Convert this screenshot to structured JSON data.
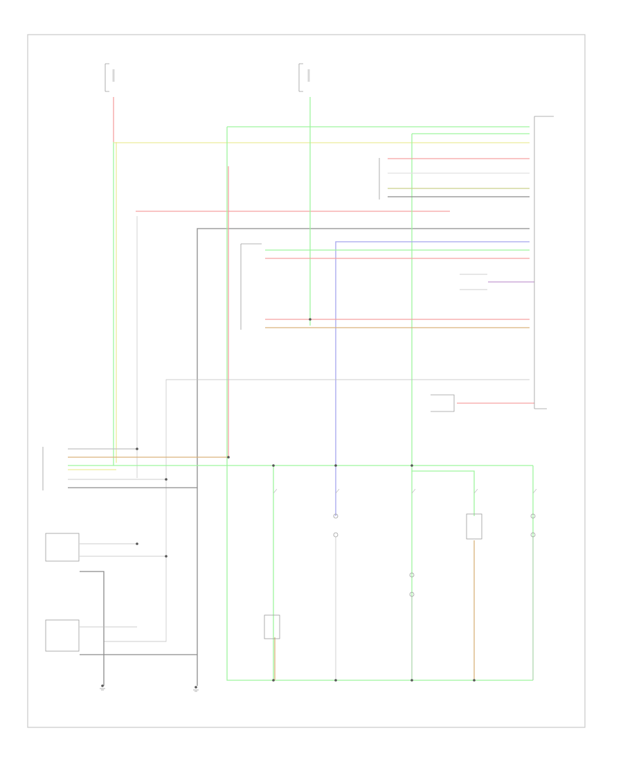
{
  "diagram": {
    "code": "",
    "power_sources": [
      {
        "id": "ps1",
        "title": "",
        "lines": [
          "",
          "",
          ""
        ]
      },
      {
        "id": "ps2",
        "title": "",
        "lines": [
          "",
          "",
          ""
        ]
      }
    ],
    "components": [
      {
        "id": "c1",
        "lines": [
          "",
          "",
          ""
        ]
      },
      {
        "id": "c2",
        "lines": [
          "",
          "",
          "",
          "",
          ""
        ]
      },
      {
        "id": "c3",
        "lines": [
          "",
          ""
        ]
      },
      {
        "id": "c4",
        "lines": [
          "",
          "",
          "",
          "",
          ""
        ]
      },
      {
        "id": "c5",
        "lines": [
          "",
          "",
          "",
          ""
        ]
      },
      {
        "id": "c6",
        "lines": [
          "",
          "",
          "",
          ""
        ]
      },
      {
        "id": "c7",
        "lines": [
          "",
          ""
        ]
      },
      {
        "id": "c8",
        "lines": [
          "",
          ""
        ]
      },
      {
        "id": "c9",
        "lines": [
          "",
          "",
          "",
          ""
        ]
      },
      {
        "id": "c10",
        "lines": [
          "",
          "",
          "",
          ""
        ]
      },
      {
        "id": "c11",
        "lines": [
          "",
          "",
          "",
          ""
        ]
      },
      {
        "id": "c12",
        "lines": [
          "",
          "",
          "",
          ""
        ]
      },
      {
        "id": "c13",
        "lines": [
          "",
          "",
          "",
          ""
        ]
      },
      {
        "id": "c14",
        "lines": [
          "",
          ""
        ]
      },
      {
        "id": "c15",
        "lines": [
          "",
          ""
        ]
      }
    ],
    "wire_colors": {
      "green": "#9df59d",
      "yellow": "#ecec9a",
      "red": "#f5a0a0",
      "black": "#8a8a8a",
      "gray": "#d8d8d8",
      "blue": "#a5a5ee",
      "orange_tan": "#d9b27a",
      "violet": "#c49ad0",
      "frame": "#c8c8c8"
    }
  }
}
